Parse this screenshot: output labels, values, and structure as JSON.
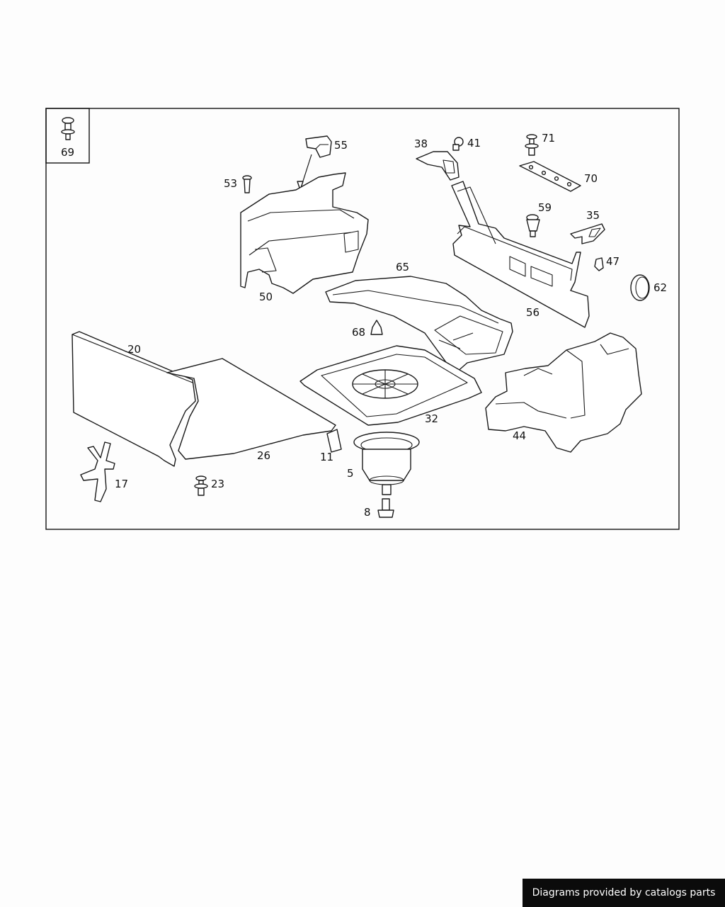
{
  "diagram": {
    "inset_callout": "69",
    "callouts": {
      "c5": "5",
      "c8": "8",
      "c11": "11",
      "c17": "17",
      "c20": "20",
      "c23": "23",
      "c26": "26",
      "c32": "32",
      "c35": "35",
      "c38": "38",
      "c41": "41",
      "c44": "44",
      "c47": "47",
      "c50": "50",
      "c53": "53",
      "c55": "55",
      "c56": "56",
      "c59": "59",
      "c62": "62",
      "c65": "65",
      "c68": "68",
      "c70": "70",
      "c71": "71"
    }
  },
  "footer": {
    "credit": "Diagrams provided by catalogs parts"
  }
}
